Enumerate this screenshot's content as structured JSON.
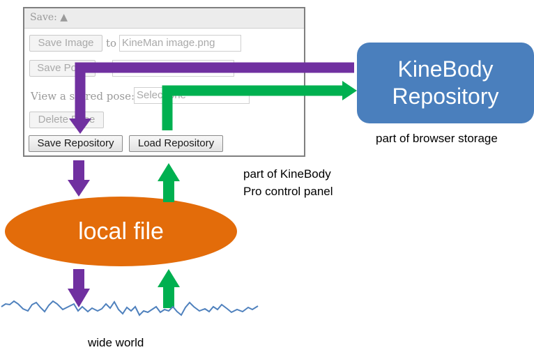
{
  "panel": {
    "header": "Save: ▲",
    "save_image_button": "Save Image",
    "to_label": "to",
    "filename_value": "KineMan image.png",
    "save_pose_button": "Save Pose",
    "view_label": "View a stored pose:",
    "select_placeholder": "Select one",
    "delete_pose_button": "Delete Pose",
    "save_repository_button": "Save Repository",
    "load_repository_button": "Load Repository"
  },
  "repository": {
    "line1": "KineBody",
    "line2": "Repository",
    "caption": "part of browser storage"
  },
  "panel_caption": {
    "line1": "part of KineBody",
    "line2": "Pro control panel"
  },
  "local_file": {
    "label": "local file"
  },
  "world": {
    "label": "wide world"
  },
  "colors": {
    "purple": "#7030a0",
    "green": "#00b050",
    "orange": "#e36c0a",
    "blue": "#4a7fbd",
    "wave": "#4f81bd"
  }
}
